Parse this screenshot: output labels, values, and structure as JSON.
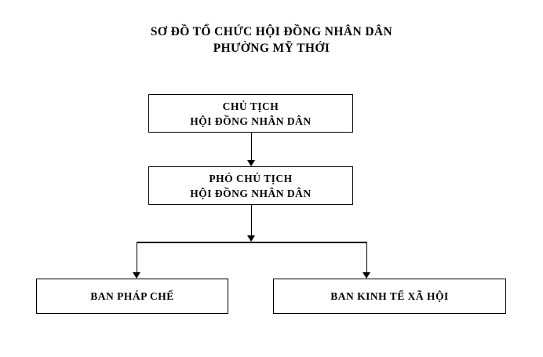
{
  "diagram": {
    "title": {
      "line1": "SƠ ĐỒ TỔ CHỨC HỘI ĐỒNG NHÂN DÂN",
      "line2": "PHƯỜNG MỸ THỚI"
    },
    "background_color": "#ffffff",
    "line_color": "#000000",
    "text_color": "#000000",
    "nodes": [
      {
        "id": "chairman",
        "line1": "CHỦ TỊCH",
        "line2": "HỘI ĐỒNG NHÂN DÂN",
        "level": 1
      },
      {
        "id": "vice-chairman",
        "line1": "PHÓ CHỦ TỊCH",
        "line2": "HỘI ĐỒNG NHÂN DÂN",
        "level": 2
      },
      {
        "id": "legal-board",
        "line1": "BAN PHÁP CHẾ",
        "line2": "",
        "level": 3
      },
      {
        "id": "socio-economic-board",
        "line1": "BAN KINH TẾ XÃ HỘI",
        "line2": "",
        "level": 3
      }
    ],
    "connectors": [
      {
        "from": "chairman",
        "to": "vice-chairman",
        "style": "arrow-down"
      },
      {
        "from": "vice-chairman",
        "to": "bus",
        "style": "arrow-down"
      },
      {
        "from": "bus",
        "to": "legal-board",
        "style": "arrow-down"
      },
      {
        "from": "bus",
        "to": "socio-economic-board",
        "style": "arrow-down"
      }
    ]
  }
}
